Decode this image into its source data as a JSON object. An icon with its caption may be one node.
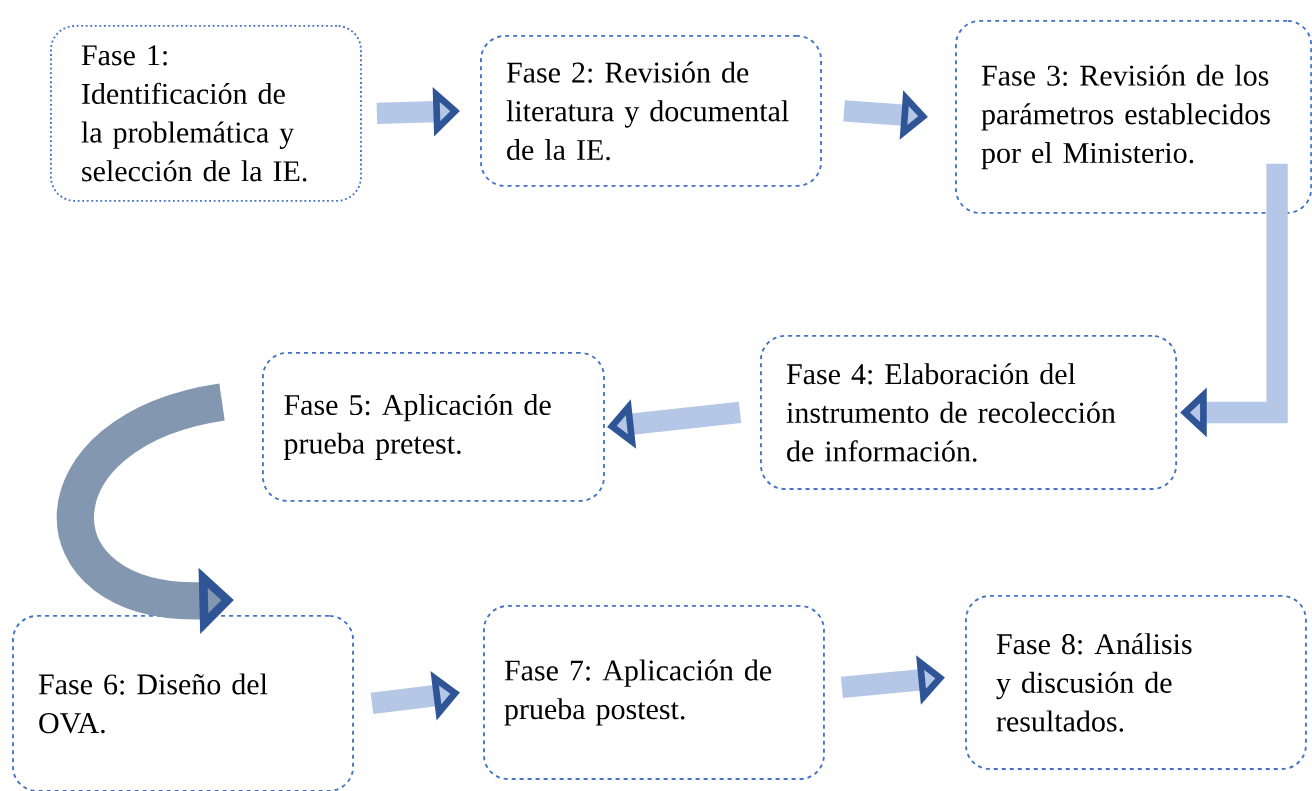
{
  "diagram": {
    "nodes": [
      {
        "text": [
          "Fase 1: Identificación de la problemática y selección de la IE."
        ]
      },
      {
        "text": [
          "Fase 2: Revisión de literatura y documental de la IE."
        ]
      },
      {
        "text": [
          "Fase 3: Revisión de los parámetros establecidos por el Ministerio."
        ]
      },
      {
        "text": [
          "Fase 4: Elaboración del instrumento de recolección de información."
        ]
      },
      {
        "text": [
          "Fase 5: Aplicación de prueba pretest."
        ]
      },
      {
        "text": [
          "Fase 6: Diseño del OVA."
        ]
      },
      {
        "text": [
          "Fase 7: Aplicación de prueba postest."
        ]
      },
      {
        "text": [
          "Fase 8: Análisis y discusión de resultados."
        ]
      }
    ],
    "edges": [
      {
        "from": 0,
        "to": 1,
        "arrow": "to"
      },
      {
        "from": 1,
        "to": 2,
        "arrow": "to"
      },
      {
        "from": 2,
        "to": 3,
        "arrow": "to"
      },
      {
        "from": 3,
        "to": 4,
        "arrow": "to"
      },
      {
        "from": 4,
        "to": 5,
        "arrow": "to",
        "color": "#8497b0"
      },
      {
        "from": 5,
        "to": 6,
        "arrow": "to"
      },
      {
        "from": 6,
        "to": 7,
        "arrow": "to"
      }
    ]
  }
}
